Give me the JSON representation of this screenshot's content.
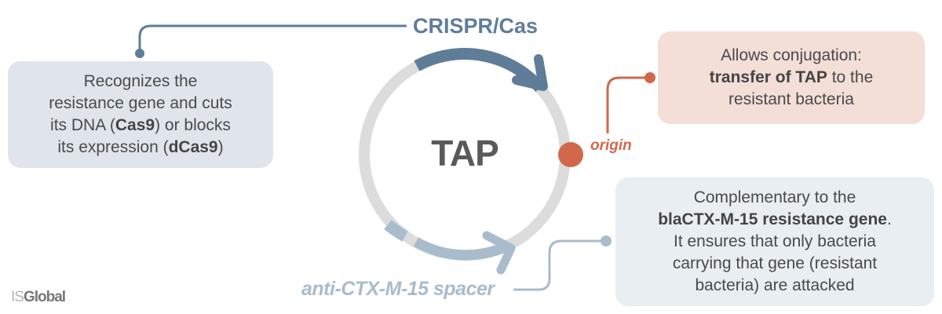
{
  "title": "TAP",
  "colors": {
    "crispr": "#5f7d99",
    "spacer": "#a9bccb",
    "origin": "#d0694a",
    "ring": "#dcdcdc"
  },
  "labels": {
    "crispr": "CRISPR/Cas",
    "origin": "origin",
    "spacer": "anti-CTX-M-15 spacer"
  },
  "boxes": {
    "crispr": {
      "l1": "Recognizes the",
      "l2": "resistance gene and cuts",
      "l3a": "its DNA (",
      "l3b": "Cas9",
      "l3c": ") or blocks",
      "l4a": "its expression (",
      "l4b": "dCas9",
      "l4c": ")"
    },
    "origin": {
      "l1": "Allows conjugation:",
      "l2a": "transfer of TAP",
      "l2b": " to the",
      "l3": "resistant bacteria"
    },
    "spacer": {
      "l1": "Complementary to the",
      "l2a": "blaCTX-M-15 resistance gene",
      "l2b": ".",
      "l3": "It ensures that only bacteria",
      "l4": "carrying that gene (resistant",
      "l5": "bacteria) are attacked"
    }
  },
  "logo": {
    "a": "IS",
    "b": "Global"
  }
}
